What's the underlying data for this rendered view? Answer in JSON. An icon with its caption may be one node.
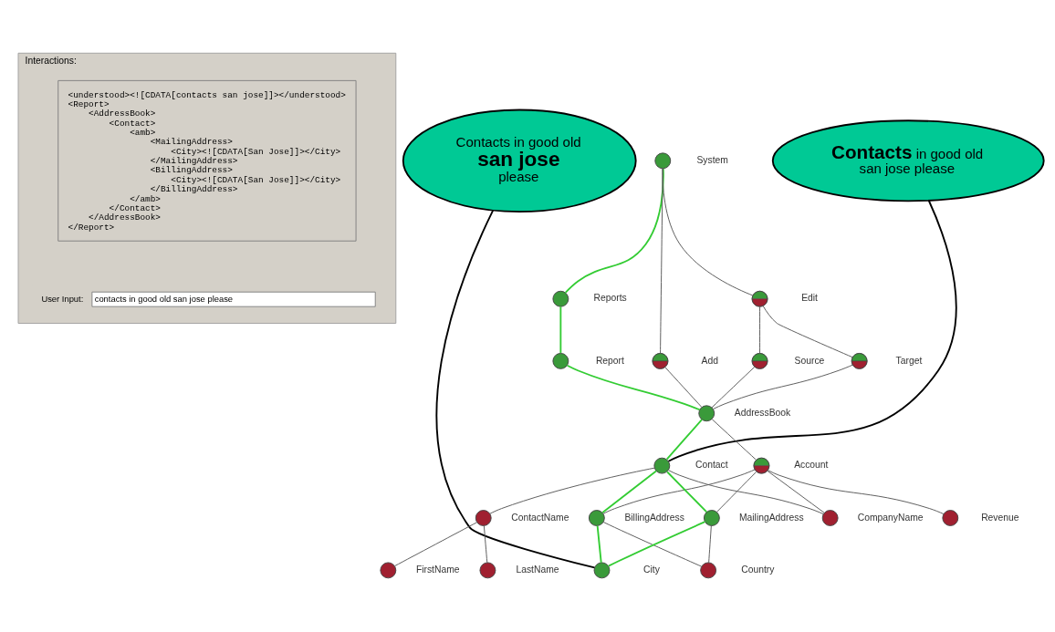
{
  "diagram": {
    "nodes": [
      {
        "text": [
          "Interactions:"
        ]
      },
      {
        "text": [
          "<understood><![CDATA[contacts san jose]]></understood>",
          "<Report>",
          "<AddressBook>",
          "<Contact>",
          "<amb>",
          "<MailingAddress>",
          "<City><![CDATA[San Jose]]></City>",
          "</MailingAddress>",
          "<BillingAddress>",
          "<City><![CDATA[San Jose]]></City>",
          "</BillingAddress>",
          "</amb>",
          "</Contact>",
          "</AddressBook>",
          "</Report>"
        ],
        "in": 0
      },
      {
        "text": [
          "contacts in good old san jose please"
        ],
        "beside": [
          "User Input:"
        ],
        "in": 0
      },
      {
        "text": [
          "Contacts in good old",
          "san jose",
          "please"
        ]
      },
      {
        "text": [],
        "shape": "circle",
        "beside": [
          "System"
        ]
      },
      {
        "text": [],
        "shape": "circle",
        "beside": [
          "Reports"
        ]
      },
      {
        "text": [],
        "shape": "circle",
        "beside": [
          "Edit"
        ]
      },
      {
        "text": [],
        "shape": "circle",
        "beside": [
          "Report"
        ]
      },
      {
        "text": [],
        "shape": "circle",
        "beside": [
          "Add"
        ]
      },
      {
        "text": [],
        "shape": "circle",
        "beside": [
          "Source"
        ]
      },
      {
        "text": [],
        "shape": "circle",
        "beside": [
          "Target"
        ]
      },
      {
        "text": [
          "**Contacts** in good old san jose please"
        ]
      },
      {
        "text": [],
        "shape": "circle",
        "beside": [
          "AddressBook"
        ]
      },
      {
        "text": [],
        "shape": "circle",
        "beside": [
          "Account"
        ]
      },
      {
        "text": [],
        "shape": "circle",
        "beside": [
          "Contact"
        ]
      },
      {
        "text": [],
        "shape": "circle",
        "beside": [
          "Revenue"
        ]
      },
      {
        "text": [],
        "shape": "circle",
        "beside": [
          "CompanyName"
        ]
      },
      {
        "text": [],
        "shape": "circle",
        "beside": [
          "BillingAddress"
        ]
      },
      {
        "text": [],
        "shape": "circle",
        "beside": [
          "MailingAddress"
        ]
      },
      {
        "text": [],
        "shape": "circle",
        "beside": [
          "ContactName"
        ]
      },
      {
        "text": [],
        "shape": "circle",
        "beside": [
          "City"
        ]
      },
      {
        "text": [],
        "shape": "circle",
        "beside": [
          "Country"
        ]
      },
      {
        "text": [],
        "shape": "circle",
        "beside": [
          "FirstName"
        ]
      },
      {
        "text": [],
        "shape": "circle",
        "beside": [
          "LastName"
        ]
      }
    ],
    "edges": [
      {
        "from": 4,
        "to": 5,
        "arrow": "none",
        "color": "#33cc33"
      },
      {
        "from": 4,
        "to": 6,
        "arrow": "none"
      },
      {
        "from": 4,
        "to": 8,
        "arrow": "none"
      },
      {
        "from": 5,
        "to": 7,
        "arrow": "none",
        "color": "#33cc33"
      },
      {
        "from": 6,
        "to": 9,
        "arrow": "none"
      },
      {
        "from": 6,
        "to": 10,
        "arrow": "none"
      },
      {
        "from": 7,
        "to": 12,
        "arrow": "none",
        "color": "#33cc33"
      },
      {
        "from": 8,
        "to": 12,
        "arrow": "none"
      },
      {
        "from": 9,
        "to": 12,
        "arrow": "none"
      },
      {
        "from": 10,
        "to": 12,
        "arrow": "none"
      },
      {
        "from": 12,
        "to": 13,
        "arrow": "none"
      },
      {
        "from": 12,
        "to": 14,
        "arrow": "none",
        "color": "#33cc33"
      },
      {
        "from": 13,
        "to": 15,
        "arrow": "none"
      },
      {
        "from": 13,
        "to": 16,
        "arrow": "none"
      },
      {
        "from": 13,
        "to": 17,
        "arrow": "none"
      },
      {
        "from": 13,
        "to": 18,
        "arrow": "none"
      },
      {
        "from": 14,
        "to": 16,
        "arrow": "none"
      },
      {
        "from": 14,
        "to": 17,
        "arrow": "none",
        "color": "#33cc33"
      },
      {
        "from": 14,
        "to": 18,
        "arrow": "none",
        "color": "#33cc33"
      },
      {
        "from": 14,
        "to": 19,
        "arrow": "none"
      },
      {
        "from": 17,
        "to": 20,
        "arrow": "none",
        "color": "#33cc33"
      },
      {
        "from": 17,
        "to": 21,
        "arrow": "none"
      },
      {
        "from": 18,
        "to": 20,
        "arrow": "none",
        "color": "#33cc33"
      },
      {
        "from": 18,
        "to": 21,
        "arrow": "none"
      },
      {
        "from": 19,
        "to": 22,
        "arrow": "none"
      },
      {
        "from": 19,
        "to": 23,
        "arrow": "none"
      },
      {
        "from": 3,
        "to": 20,
        "arrow": "none"
      },
      {
        "from": 11,
        "to": 14,
        "arrow": "none"
      }
    ]
  }
}
